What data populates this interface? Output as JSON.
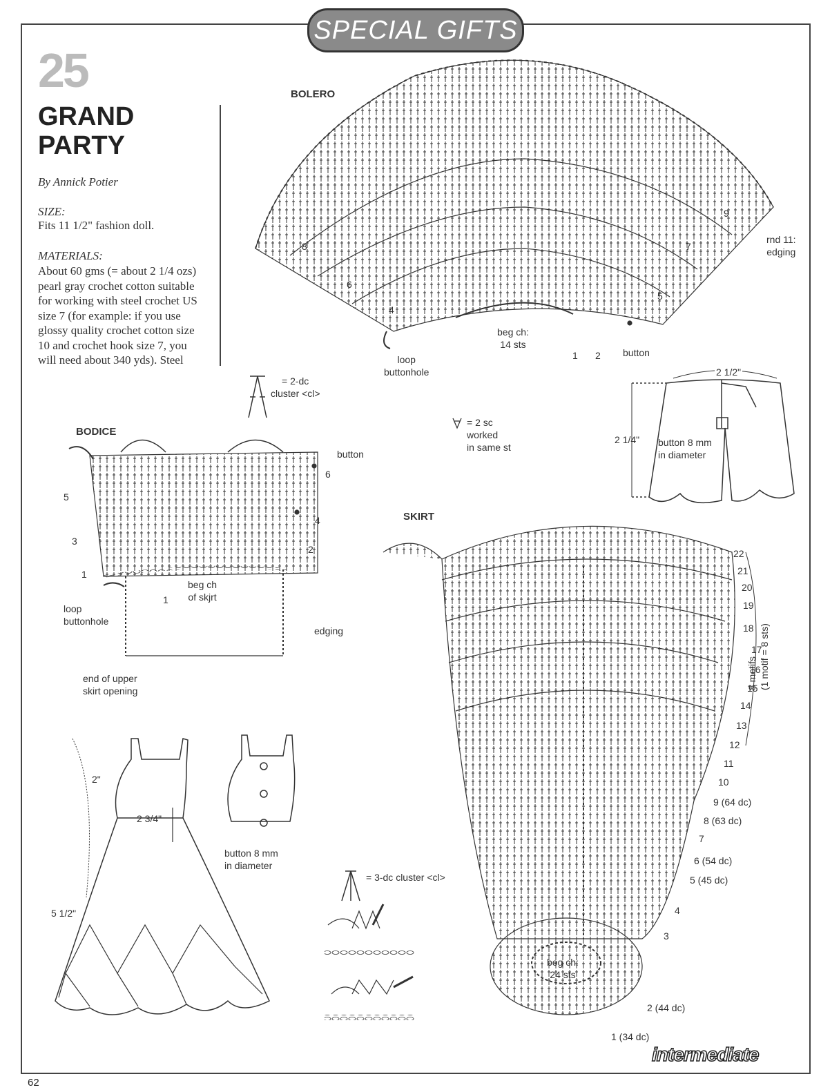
{
  "banner": "SPECIAL GIFTS",
  "pattern_number": "25",
  "title_line1": "GRAND",
  "title_line2": "PARTY",
  "author": "By Annick Potier",
  "size_heading": "SIZE:",
  "size_text": "Fits 11 1/2\" fashion doll.",
  "materials_heading": "MATERIALS:",
  "materials_lines": [
    "About 60 gms (= about 2 1/4 ozs)",
    "pearl gray crochet cotton suitable",
    "for working with steel crochet US",
    "size 7 (for example:  if you use",
    "glossy quality crochet cotton size",
    "10 and crochet hook size 7, you",
    "will need about 340 yds).  Steel"
  ],
  "bolero": {
    "heading": "BOLERO",
    "rnd11": "rnd 11:",
    "edging": "edging",
    "beg_ch": "beg ch:",
    "beg_sts": "14 sts",
    "loop": "loop",
    "buttonhole": "buttonhole",
    "button": "button",
    "row1": "1",
    "row2": "2",
    "row4": "4",
    "row5": "5",
    "row6": "6",
    "row7": "7",
    "row8": "8",
    "row9": "9"
  },
  "cluster2": {
    "line1": "= 2-dc",
    "line2": "cluster <cl>"
  },
  "sc2": {
    "line1": "= 2 sc",
    "line2": "worked",
    "line3": "in same st"
  },
  "bodice": {
    "heading": "BODICE",
    "button": "button",
    "r1": "1",
    "r2": "2",
    "r3": "3",
    "r4": "4",
    "r5": "5",
    "r6": "6",
    "r1b": "1",
    "beg_ch": "beg ch",
    "of_skirt": "of skjrt",
    "loop": "loop",
    "buttonhole": "buttonhole",
    "edging": "edging",
    "end1": "end of upper",
    "end2": "skirt opening"
  },
  "bolero_schematic": {
    "width": "2 1/2\"",
    "height": "2 1/4\"",
    "button1": "button 8 mm",
    "button2": "in diameter"
  },
  "dress_schematic": {
    "shoulder": "2\"",
    "waist": "2 3/4\"",
    "length": "5 1/2\"",
    "button1": "button 8 mm",
    "button2": "in diameter"
  },
  "cluster3": "= 3-dc cluster <cl>",
  "skirt": {
    "heading": "SKIRT",
    "beg_ch": "beg ch:",
    "beg_sts": "24 sts",
    "rows": [
      {
        "n": "22"
      },
      {
        "n": "21"
      },
      {
        "n": "20"
      },
      {
        "n": "19"
      },
      {
        "n": "18"
      },
      {
        "n": "17"
      },
      {
        "n": "16"
      },
      {
        "n": "15"
      },
      {
        "n": "14"
      },
      {
        "n": "13"
      },
      {
        "n": "12"
      },
      {
        "n": "11"
      },
      {
        "n": "10"
      },
      {
        "n": "9 (64 dc)"
      },
      {
        "n": "8 (63 dc)"
      },
      {
        "n": "7"
      },
      {
        "n": "6 (54 dc)"
      },
      {
        "n": "5 (45 dc)"
      },
      {
        "n": "4"
      },
      {
        "n": "3"
      },
      {
        "n": "2 (44 dc)"
      },
      {
        "n": "1 (34 dc)"
      }
    ],
    "motifs1": "8 motifs",
    "motifs2": "(1 motif = 8 sts)"
  },
  "badge": "intermediate",
  "page_number": "62"
}
